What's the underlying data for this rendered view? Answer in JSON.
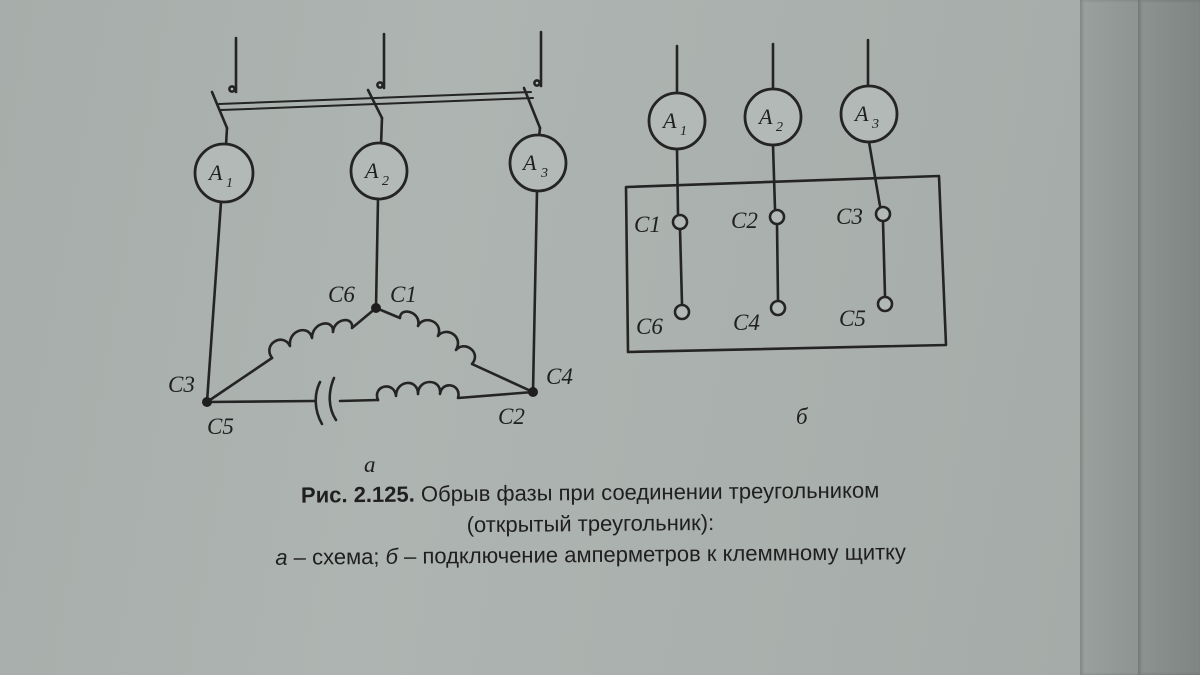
{
  "diagram_a": {
    "ammeters": [
      {
        "letter": "A",
        "sub": "1"
      },
      {
        "letter": "A",
        "sub": "2"
      },
      {
        "letter": "A",
        "sub": "3"
      }
    ],
    "terminals": {
      "c6": "C6",
      "c1": "C1",
      "c3": "C3",
      "c4": "C4",
      "c5": "C5",
      "c2": "C2"
    },
    "caption_letter": "а"
  },
  "diagram_b": {
    "ammeters": [
      {
        "letter": "A",
        "sub": "1"
      },
      {
        "letter": "A",
        "sub": "2"
      },
      {
        "letter": "A",
        "sub": "3"
      }
    ],
    "top_terminals": [
      "C1",
      "C2",
      "C3"
    ],
    "bottom_terminals": [
      "C6",
      "C4",
      "C5"
    ],
    "caption_letter": "б"
  },
  "caption": {
    "figure_number": "Рис. 2.125.",
    "title_line1": "Обрыв фазы при соединении треугольником",
    "title_line2": "(открытый треугольник):",
    "legend_a_letter": "а",
    "legend_a_text": " – схема; ",
    "legend_b_letter": "б",
    "legend_b_text": " – подключение амперметров к клеммному щитку"
  }
}
